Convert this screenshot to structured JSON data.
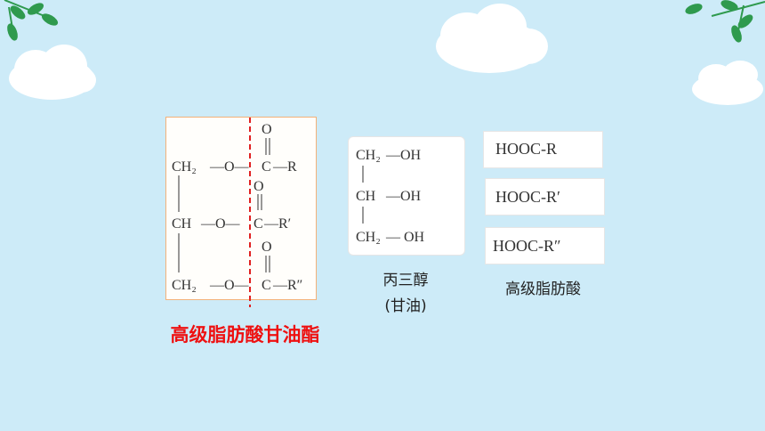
{
  "colors": {
    "background": "#cdebf8",
    "cutline": "#e02020",
    "title_red": "#ee1111",
    "panel_border": "#f3b27a",
    "leaf": "#2f9a4e"
  },
  "ester": {
    "title": "高级脂肪酸甘油酯",
    "rows": [
      {
        "left": "CH₂",
        "bond": "—O—",
        "carbon": "C",
        "group": "—R",
        "oxygen": "O"
      },
      {
        "left": "CH",
        "bond": "—O—",
        "carbon": "C",
        "group": "—R′",
        "oxygen": "O"
      },
      {
        "left": "CH₂",
        "bond": "—O—",
        "carbon": "C",
        "group": "—R″",
        "oxygen": "O"
      }
    ]
  },
  "glycerol": {
    "rows": [
      {
        "left": "CH₂",
        "group": "—OH"
      },
      {
        "left": "CH",
        "group": "—OH"
      },
      {
        "left": "CH₂",
        "group": "— OH"
      }
    ],
    "name": "丙三醇",
    "alias": "(甘油)"
  },
  "acids": {
    "items": [
      "HOOC-R",
      "HOOC-R′",
      "HOOC-R″"
    ],
    "caption": "高级脂肪酸"
  }
}
